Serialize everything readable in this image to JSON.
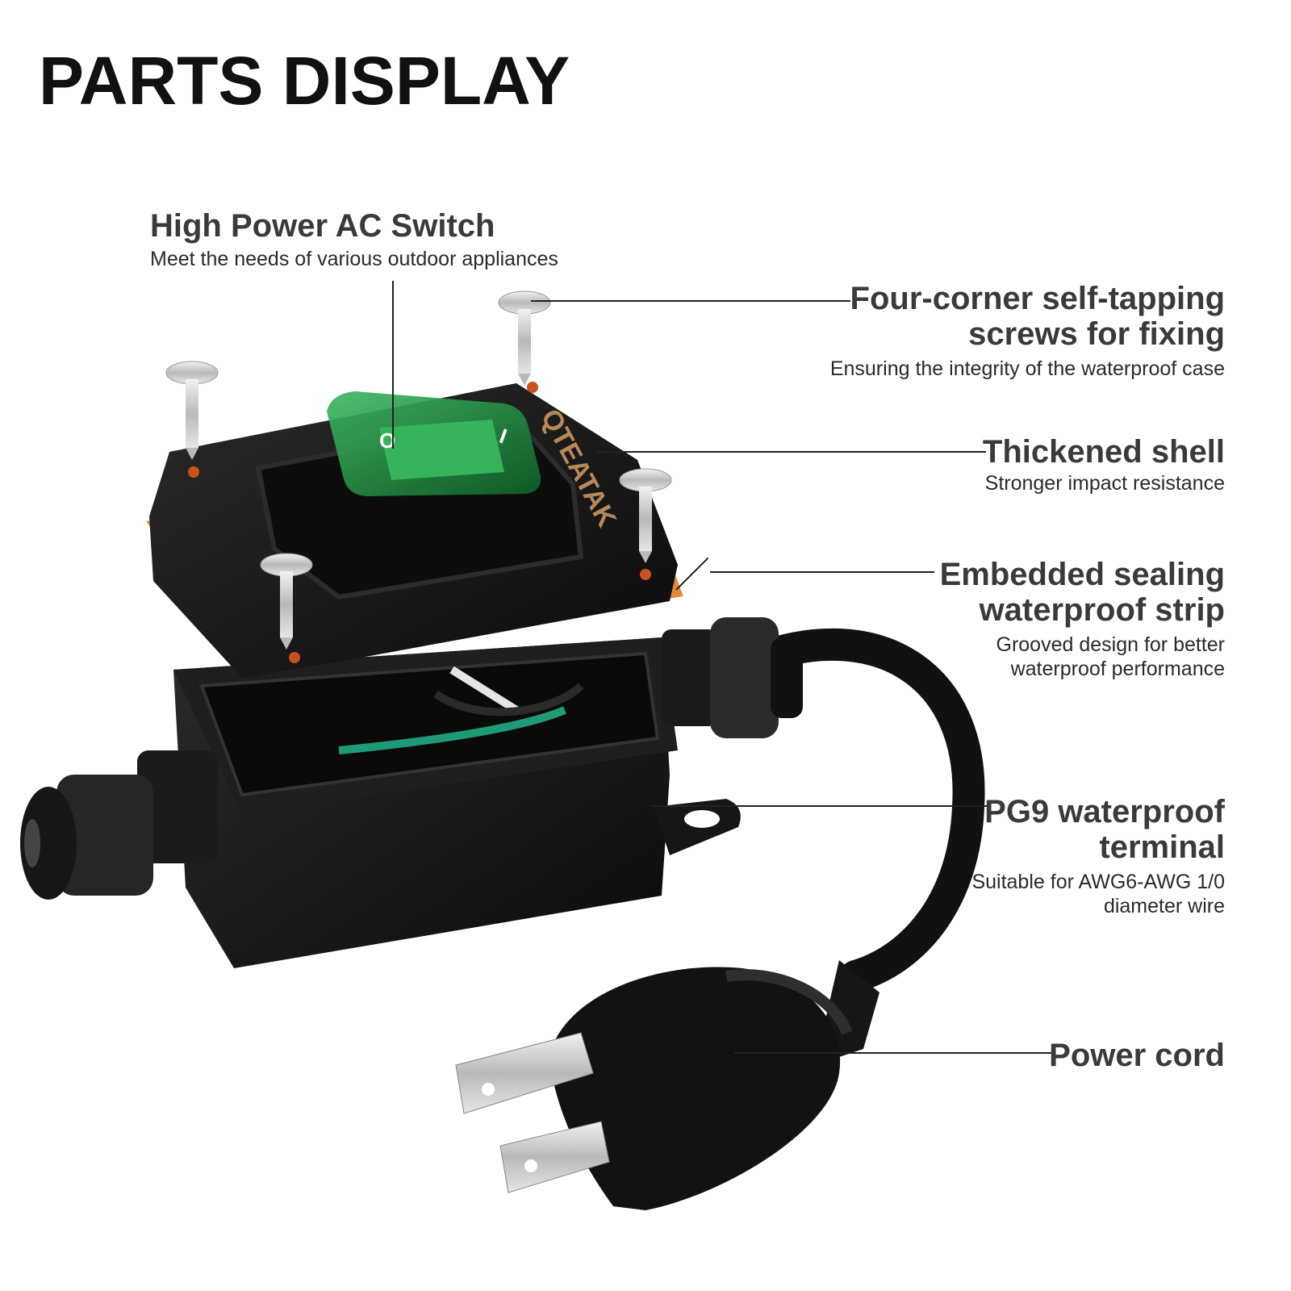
{
  "page": {
    "title": "PARTS DISPLAY"
  },
  "brand": {
    "logo_text": "QTEATAK"
  },
  "switch": {
    "off_mark": "O",
    "on_mark": "I"
  },
  "callouts": {
    "switch": {
      "head": "High Power AC Switch",
      "sub": "Meet the needs of various outdoor appliances"
    },
    "screws": {
      "head": "Four-corner self-tapping screws for fixing",
      "sub": "Ensuring the integrity of the waterproof case"
    },
    "shell": {
      "head": "Thickened shell",
      "sub": "Stronger impact resistance"
    },
    "strip": {
      "head": "Embedded sealing waterproof strip",
      "sub": "Grooved design for better waterproof performance"
    },
    "terminal": {
      "head": "PG9 waterproof terminal",
      "sub": "Suitable for AWG6-AWG 1/0 diameter wire"
    },
    "cord": {
      "head": "Power cord",
      "sub": ""
    }
  },
  "colors": {
    "body": "#151515",
    "gasket": "#e8873a",
    "switch_green": "#1f8a3c",
    "metal": "#c9c9c9",
    "wire_green": "#1f9a78"
  }
}
